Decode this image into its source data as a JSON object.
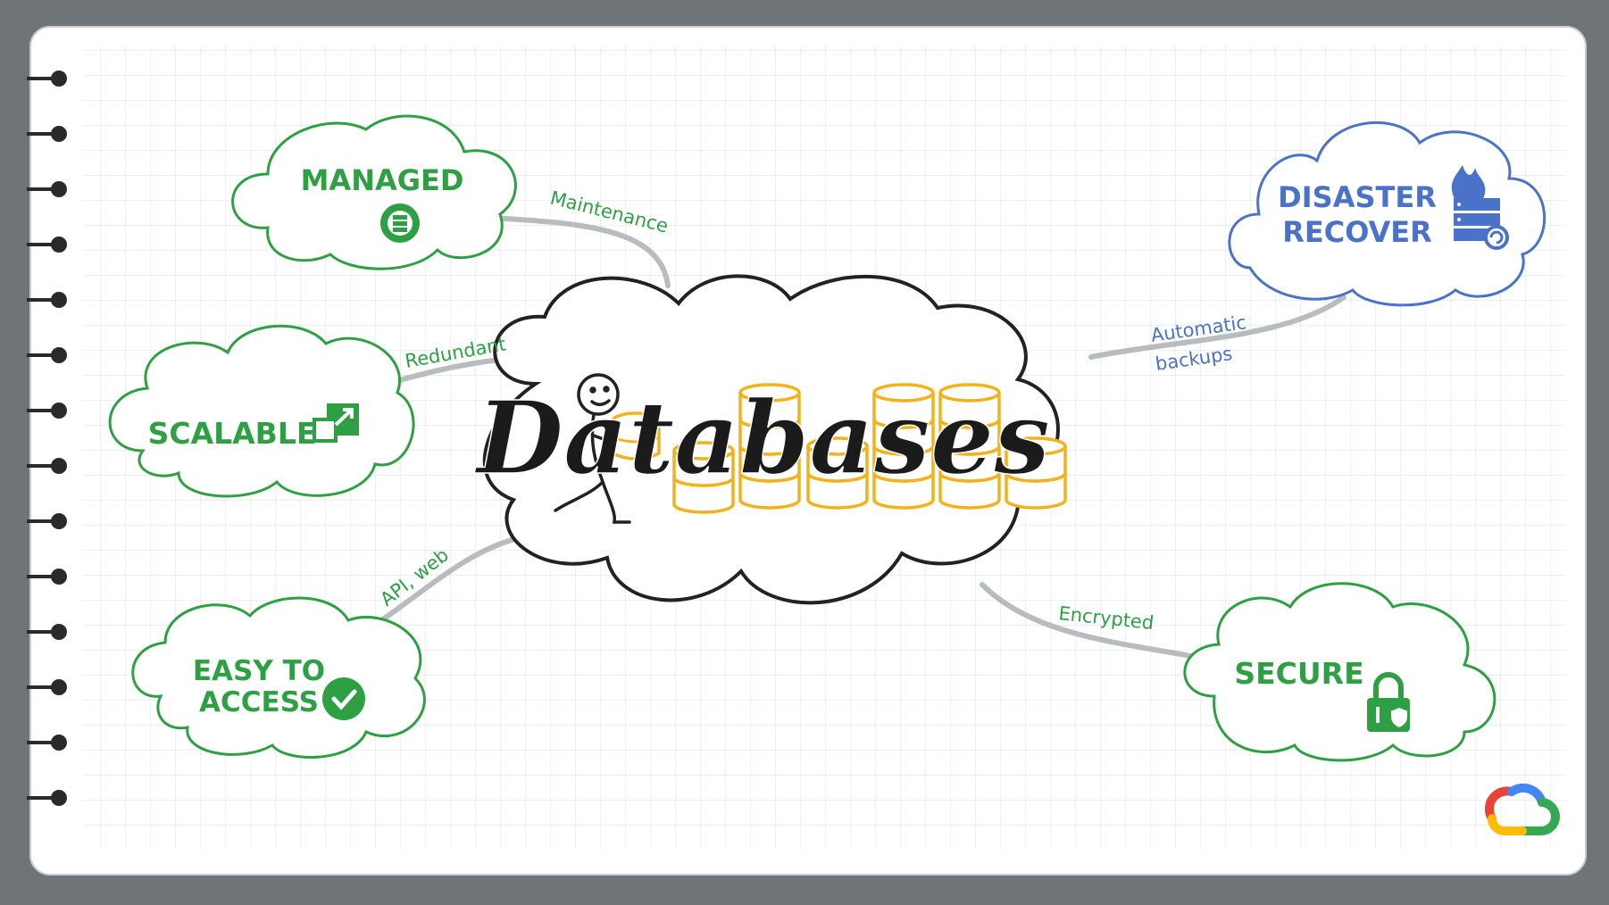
{
  "diagram": {
    "center": {
      "title": "Databases"
    },
    "nodes": {
      "managed": {
        "label": "MANAGED",
        "icon": "database-gear-icon"
      },
      "scalable": {
        "label": "SCALABLE",
        "icon": "expand-arrow-icon"
      },
      "easy_access": {
        "line1": "EASY TO",
        "line2": "ACCESS",
        "icon": "check-circle-icon"
      },
      "disaster_recover": {
        "line1": "DISASTER",
        "line2": "RECOVER",
        "icon": "server-fire-icon"
      },
      "secure": {
        "label": "SECURE",
        "icon": "padlock-icon"
      }
    },
    "edges": {
      "maintenance": "Maintenance",
      "redundant": "Redundant",
      "api_web": "API, web",
      "automatic_line1": "Automatic",
      "automatic_line2": "backups",
      "encrypted": "Encrypted"
    }
  },
  "colors": {
    "green": "#2ea043",
    "blue": "#4a72c8",
    "database_yellow": "#f2b21b",
    "connector_gray": "#b9bcbf",
    "frame_gray": "#6f7478"
  },
  "logo": {
    "icon": "google-cloud-logo"
  }
}
